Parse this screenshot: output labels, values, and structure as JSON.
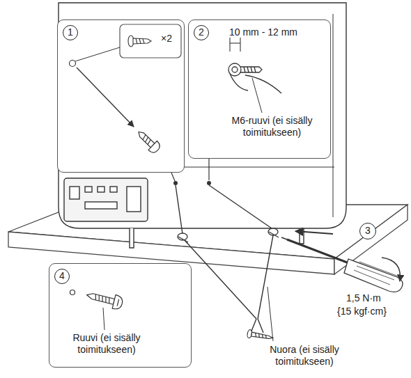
{
  "diagram": {
    "nodes": [
      {
        "text": [
          "1",
          "×2"
        ]
      },
      {
        "text": [
          "2",
          "10 mm - 12 mm",
          "M6-ruuvi (ei sisälly toimitukseen)"
        ]
      },
      {
        "text": [
          "4",
          "Ruuvi (ei sisälly toimitukseen)"
        ]
      }
    ],
    "labels": [
      "3",
      "1,5 N·m",
      "{15 kgf·cm}",
      "Nuora (ei sisälly toimitukseen)"
    ]
  }
}
